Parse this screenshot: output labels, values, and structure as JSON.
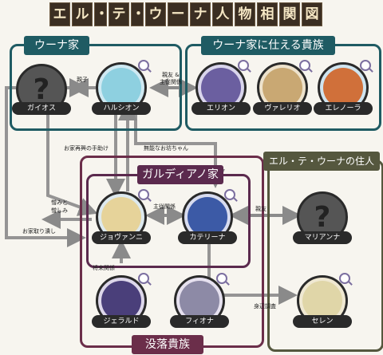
{
  "title_chars": [
    "エ",
    "ル",
    "・",
    "テ",
    "・",
    "ウ",
    "ー",
    "ナ",
    "人",
    "物",
    "相",
    "関",
    "図"
  ],
  "groups": {
    "una_family": "ウーナ家",
    "una_servants": "ウーナ家に仕える貴族",
    "galdiano": "ガルディアノ家",
    "elte_residents": "エル・テ・ウーナの住人",
    "fallen": "没落貴族"
  },
  "characters": {
    "gaios": "ガイオス",
    "halcion": "ハルシオン",
    "erion": "エリオン",
    "valerio": "ヴァレリオ",
    "elenora": "エレノーラ",
    "giovanni": "ジョヴァンニ",
    "caterina": "カテリーナ",
    "mariana": "マリアンナ",
    "gerald": "ジェラルド",
    "fiona": "フィオナ",
    "selen": "セレン"
  },
  "relations": {
    "r1": "親子",
    "r2a": "親友 &",
    "r2b": "主従関係",
    "r3": "お家再興の手助け",
    "r4": "無能なお坊ちゃん",
    "r5a": "憎みと",
    "r5b": "憎しみ",
    "r6": "主従関係",
    "r7": "お家取り潰し",
    "r8": "親友",
    "r9": "将来関係",
    "r10": "身辺調査"
  },
  "colors": {
    "una": "#1f5b63",
    "galdiano": "#5b2a4e",
    "elte": "#55573e",
    "fallen": "#6b2e4a",
    "arrow": "#8a8a8a"
  }
}
